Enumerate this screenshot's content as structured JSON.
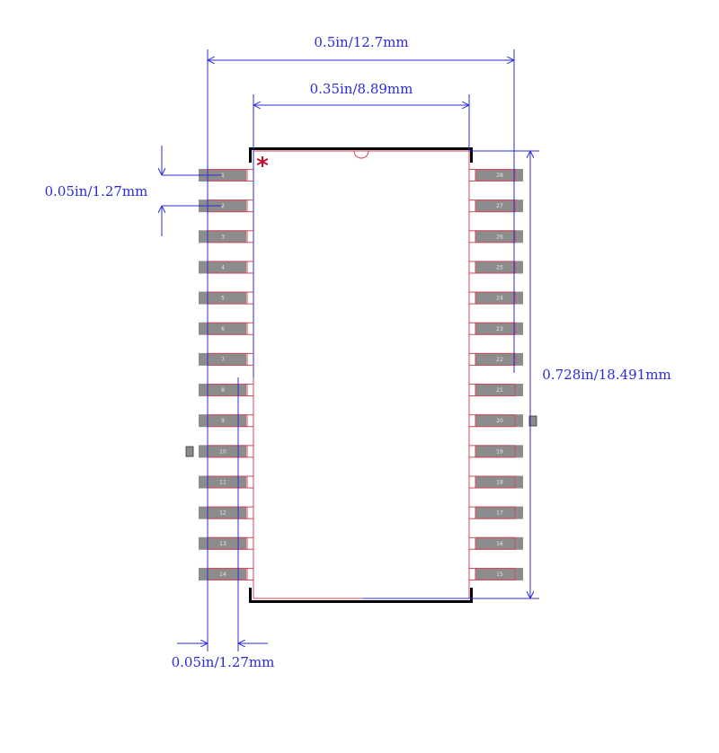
{
  "dimensions": {
    "overall_width": "0.5in/12.7mm",
    "body_width": "0.35in/8.89mm",
    "pin_pitch": "0.05in/1.27mm",
    "body_length": "0.728in/18.491mm",
    "pad_width": "0.05in/1.27mm"
  },
  "pin1_marker": "*",
  "pins_left": [
    "1",
    "2",
    "3",
    "4",
    "5",
    "6",
    "7",
    "8",
    "9",
    "10",
    "11",
    "12",
    "13",
    "14"
  ],
  "pins_right": [
    "28",
    "27",
    "26",
    "25",
    "24",
    "23",
    "22",
    "21",
    "20",
    "19",
    "18",
    "17",
    "16",
    "15"
  ],
  "colors": {
    "dimension": "#2b2bd6",
    "outline": "#d2475a",
    "pad": "#8c8c8c",
    "body_edge": "#000000"
  }
}
